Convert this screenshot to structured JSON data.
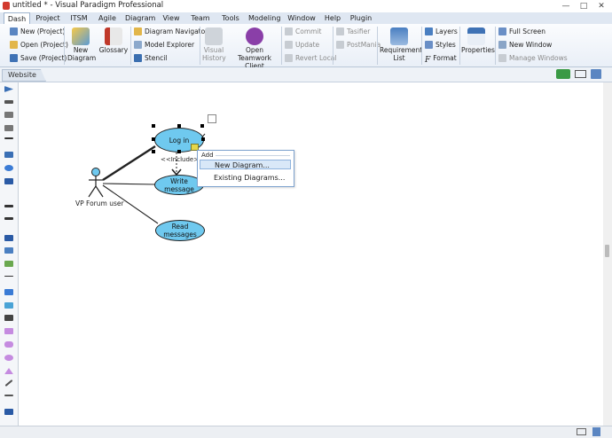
{
  "window": {
    "title": "untitled * - Visual Paradigm Professional"
  },
  "menu": [
    "Dash",
    "Project",
    "ITSM",
    "Agile",
    "Diagram",
    "View",
    "Team",
    "Tools",
    "Modeling",
    "Window",
    "Help",
    "Plugin"
  ],
  "ribbon": {
    "new_project": "New (Project)",
    "open_project": "Open (Project)",
    "save_project": "Save (Project)",
    "new_diagram": "New Diagram",
    "glossary": "Glossary",
    "diagram_navigator": "Diagram Navigator",
    "model_explorer": "Model Explorer",
    "stencil": "Stencil",
    "visual_history": "Visual History",
    "open_teamwork_client": "Open Teamwork Client",
    "commit": "Commit",
    "update": "Update",
    "revert_local": "Revert Local",
    "tasifier": "Tasifier",
    "postmania": "PostMania",
    "requirement_list": "Requirement List",
    "layers": "Layers",
    "styles": "Styles",
    "format": "Format",
    "properties": "Properties",
    "full_screen": "Full Screen",
    "new_window": "New Window",
    "manage_windows": "Manage Windows"
  },
  "doc_tab": "Website",
  "diagram": {
    "actor": "VP Forum user",
    "usecase_login": "Log in",
    "usecase_write": "Write message",
    "usecase_read": "Read messages",
    "include_label": "<<Include>>"
  },
  "context_menu": {
    "caption": "Add",
    "items": [
      "New Diagram...",
      "Existing Diagrams..."
    ]
  },
  "colors": {
    "usecase_fill": "#6fc9ef",
    "ribbon_accent": "#dfe7f2",
    "highlight": "#d9e8f8"
  }
}
